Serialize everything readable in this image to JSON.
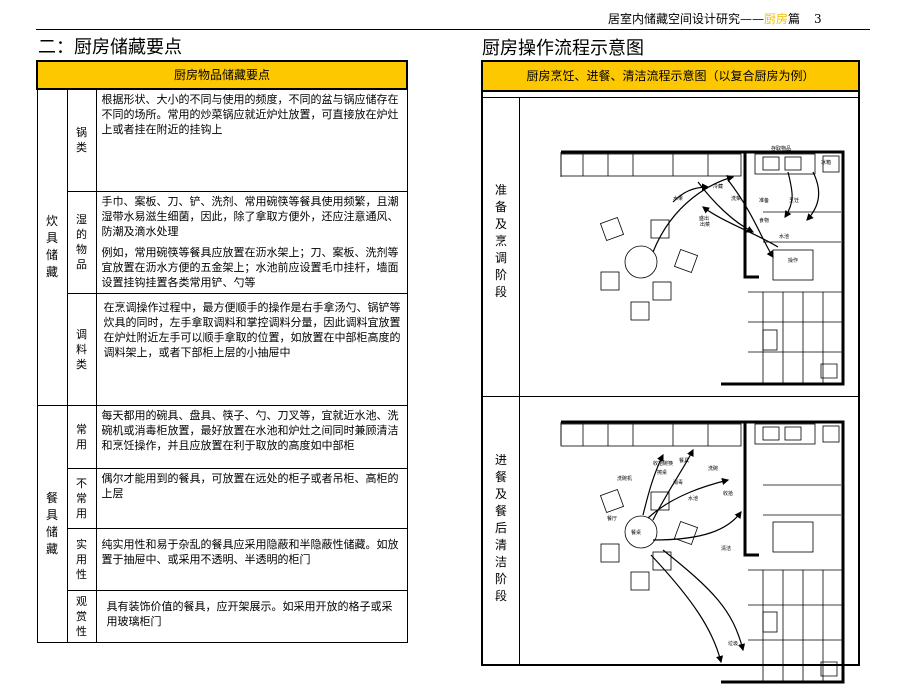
{
  "header": {
    "title": "居室内储藏空间设计研究——",
    "accent": "厨房",
    "suffix": "篇",
    "page_number": "3"
  },
  "left_section": {
    "title": "二：厨房储藏要点",
    "table_title": "厨房物品储藏要点",
    "groups": [
      {
        "label": "炊具储藏",
        "rows": [
          {
            "sub": "锅类",
            "text": "根据形状、大小的不同与使用的频度，不同的盆与锅应储存在不同的场所。常用的炒菜锅应就近炉灶放置，可直接放在炉灶上或者挂在附近的挂钩上"
          },
          {
            "sub": "湿的物品",
            "text": "手巾、案板、刀、铲、洗剂、常用碗筷等餐具使用频繁，且潮湿带水易滋生细菌，因此，除了拿取方便外，还应注意通风、防潮及滴水处理",
            "text2": "例如，常用碗筷等餐具应放置在沥水架上；刀、案板、洗剂等宜放置在沥水方便的五金架上；水池前应设置毛巾挂杆，墙面设置挂钩挂置各类常用铲、勺等"
          },
          {
            "sub": "调料类",
            "text": "在烹调操作过程中，最方便顺手的操作是右手拿汤勺、锅铲等炊具的同时，左手拿取调料和掌控调料分量，因此调料宜放置在炉灶附近左手可以顺手拿取的位置，如放置在中部柜高度的调料架上，或者下部柜上层的小抽屉中"
          }
        ]
      },
      {
        "label": "餐具储藏",
        "rows": [
          {
            "sub": "常用",
            "text": "每天都用的碗具、盘具、筷子、勺、刀叉等，宜就近水池、洗碗机或消毒柜放置，最好放置在水池和炉灶之间同时兼顾清洁和烹饪操作，并且应放置在利于取放的高度如中部柜"
          },
          {
            "sub": "不常用",
            "text": "偶尔才能用到的餐具，可放置在远处的柜子或者吊柜、高柜的上层"
          },
          {
            "sub": "实用性",
            "text": "纯实用性和易于杂乱的餐具应采用隐蔽和半隐蔽性储藏。如放置于抽屉中、或采用不透明、半透明的柜门"
          },
          {
            "sub": "观赏性",
            "text": "具有装饰价值的餐具，应开架展示。如采用开放的格子或采用玻璃柜门"
          }
        ]
      }
    ]
  },
  "right_section": {
    "title": "厨房操作流程示意图",
    "panel_title": "厨房烹饪、进餐、清洁流程示意图（以复合厨房为例）",
    "stages": [
      {
        "label": "准备及烹调阶段",
        "plan_labels": [
          "存取物品",
          "准备",
          "烹饪",
          "盛出",
          "出菜",
          "水果",
          "洗菜",
          "冰箱",
          "水池",
          "操作",
          "冷藏",
          "食物"
        ]
      },
      {
        "label": "进餐及餐后清洁阶段",
        "plan_labels": [
          "餐具",
          "洗碗",
          "收拾",
          "餐桌",
          "清洁",
          "垃圾",
          "水池",
          "消毒",
          "擦桌",
          "洗碗机",
          "收拾碗筷",
          "餐厅"
        ]
      }
    ]
  },
  "colors": {
    "accent": "#fdc800",
    "ink": "#000000"
  }
}
